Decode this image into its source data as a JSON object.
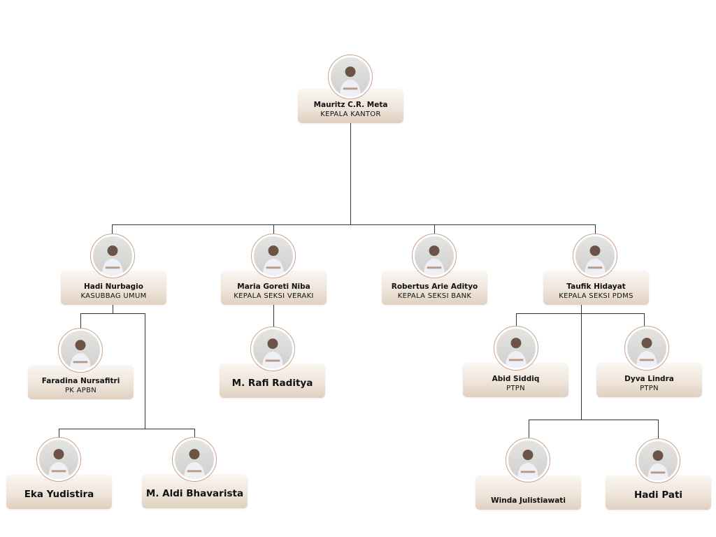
{
  "nodes": [
    {
      "name": "Mauritz C.R. Meta",
      "title": "KEPALA KANTOR"
    },
    {
      "name": "Hadi Nurbagio",
      "title": "KASUBBAG UMUM"
    },
    {
      "name": "Maria Goreti Niba",
      "title": "KEPALA SEKSI VERAKI"
    },
    {
      "name": "Robertus Arie Adityo",
      "title": "KEPALA SEKSI BANK"
    },
    {
      "name": "Taufik Hidayat",
      "title": "KEPALA SEKSI PDMS"
    },
    {
      "name": "Faradina Nursafitri",
      "title": "PK APBN"
    },
    {
      "name": "M. Rafi Raditya"
    },
    {
      "name": "Abid Siddiq",
      "title": "PTPN"
    },
    {
      "name": "Dyva Lindra",
      "title": "PTPN"
    },
    {
      "name": "Eka Yudistira"
    },
    {
      "name": "M. Aldi Bhavarista"
    },
    {
      "name": "Winda Julistiawati"
    },
    {
      "name": "Hadi Pati"
    }
  ],
  "colors": {
    "card_top": "#faf6f2",
    "card_bottom": "#e0d0c0",
    "photo_ring": "#c9a48e",
    "line": "#333333"
  }
}
